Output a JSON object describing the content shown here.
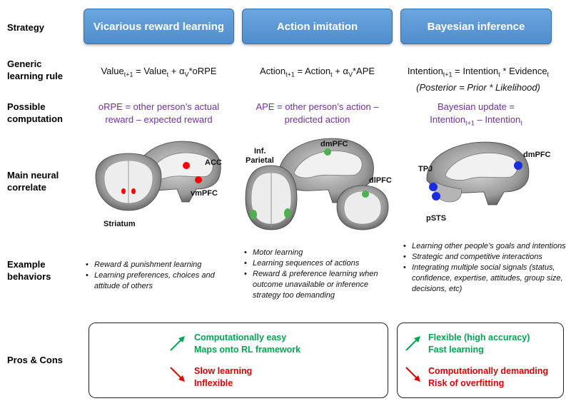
{
  "row_labels": {
    "strategy": "Strategy",
    "generic": "Generic",
    "learning_rule": "learning rule",
    "possible": "Possible",
    "computation": "computation",
    "main_neural": "Main neural",
    "correlate": "correlate",
    "example": "Example",
    "behaviors": "behaviors",
    "pros_cons": "Pros & Cons"
  },
  "strategies": {
    "vicarious": "Vicarious reward learning",
    "imitation": "Action imitation",
    "bayesian": "Bayesian inference"
  },
  "rules": {
    "vicarious": {
      "a": "Value",
      "a_sub": "t+1",
      "b": " = Value",
      "b_sub": "t",
      "c": " + α",
      "c_sub": "V",
      "d": "*oRPE"
    },
    "imitation": {
      "a": "Action",
      "a_sub": "t+1",
      "b": " = Action",
      "b_sub": "t",
      "c": " + α",
      "c_sub": "V",
      "d": "*APE"
    },
    "bayesian": {
      "a": "Intention",
      "a_sub": "t+1",
      "b": " = Intention",
      "b_sub": "t",
      "c": " * Evidence",
      "c_sub": "t",
      "line2": "(Posterior = Prior * Likelihood)"
    }
  },
  "computations": {
    "vicarious_1": "oRPE = other person’s actual",
    "vicarious_2": "reward – expected reward",
    "imitation_1": "APE = other person’s action –",
    "imitation_2": "predicted action",
    "bayesian_1": "Bayesian update =",
    "bayesian_2a": "Intention",
    "bayesian_2a_sub": "t+1",
    "bayesian_2b": " – Intention",
    "bayesian_2b_sub": "t"
  },
  "brain_labels": {
    "acc": "ACC",
    "vmpfc": "vmPFC",
    "striatum": "Striatum",
    "inf": "Inf.",
    "parietal": "Parietal",
    "dmpfc_mid": "dmPFC",
    "dlpfc": "dlPFC",
    "tpj": "TPJ",
    "dmpfc_right": "dmPFC",
    "psts": "pSTS"
  },
  "examples": {
    "vicarious": [
      "Reward & punishment learning",
      "Learning preferences, choices and attitude of others"
    ],
    "imitation": [
      "Motor learning",
      "Learning sequences of actions",
      "Reward & preference learning when outcome unavailable or inference strategy too demanding"
    ],
    "bayesian": [
      "Learning other people’s goals and intentions",
      "Strategic and competitive interactions",
      "Integrating multiple social signals (status, confidence, expertise, attitudes, group size, decisions, etc)"
    ]
  },
  "pros_cons": {
    "left_pros": [
      "Computationally easy",
      "Maps onto RL framework"
    ],
    "left_cons": [
      "Slow learning",
      "Inflexible"
    ],
    "right_pros": [
      "Flexible (high accuracy)",
      "Fast learning"
    ],
    "right_cons": [
      "Computationally demanding",
      "Risk of overfitting"
    ]
  },
  "colors": {
    "header_blue": "#5b9bd5",
    "purple": "#7030a0",
    "green": "#00a651",
    "red": "#e00000",
    "activation_red": "#ff0000",
    "activation_green": "#4caf50",
    "activation_blue": "#1a2ee0"
  }
}
